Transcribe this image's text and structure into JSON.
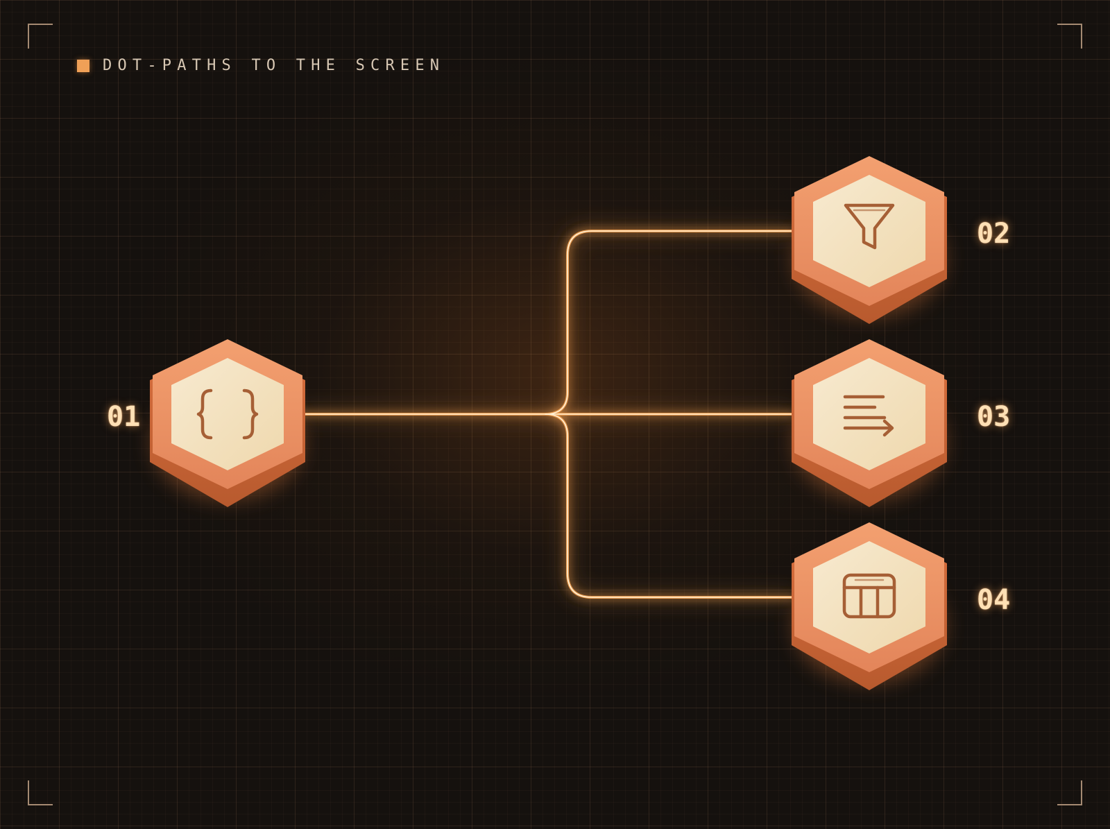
{
  "header": {
    "title": "DOT-PATHS TO THE SCREEN"
  },
  "nodes": [
    {
      "number": "01",
      "icon": "curly-braces-icon"
    },
    {
      "number": "02",
      "icon": "funnel-icon"
    },
    {
      "number": "03",
      "icon": "list-arrow-icon"
    },
    {
      "number": "04",
      "icon": "table-layout-icon"
    }
  ],
  "colors": {
    "background": "#15110e",
    "connector": "#ffbc6a",
    "accent": "#f0a057",
    "hex_face": "#f3e0bc",
    "hex_rim": "#e98a5a",
    "icon_stroke": "#a65f35",
    "label": "#ffe0b5"
  }
}
